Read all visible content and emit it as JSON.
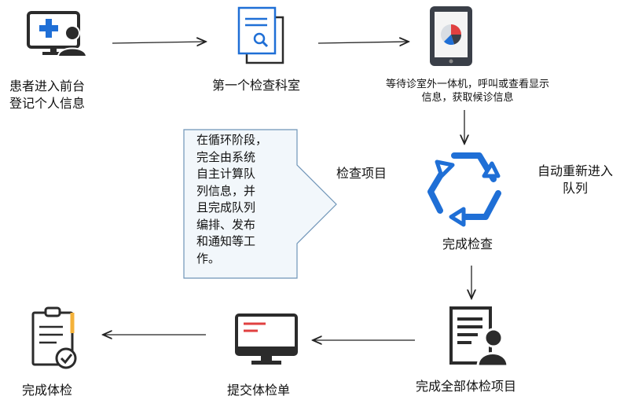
{
  "steps": {
    "register": "患者进入前台\n登记个人信息",
    "first_room": "第一个检查科室",
    "waiting": "等待诊室外一体机，呼叫或查看显示\n信息，获取候诊信息",
    "check_item": "检查项目",
    "requeue": "自动重新进入\n队列",
    "done_check": "完成检查",
    "done_all": "完成全部体检项目",
    "submit": "提交体检单",
    "finish": "完成体检"
  },
  "callout": "在循环阶段，\n完全由系统\n自主计算队\n列信息，并\n且完成队列\n编排、发布\n和通知等工\n作。",
  "colors": {
    "blue": "#1f6fd6",
    "dark": "#2b2b2b",
    "callout_fill": "#f2f7fb",
    "callout_stroke": "#6f95b8",
    "red": "#e04040"
  }
}
